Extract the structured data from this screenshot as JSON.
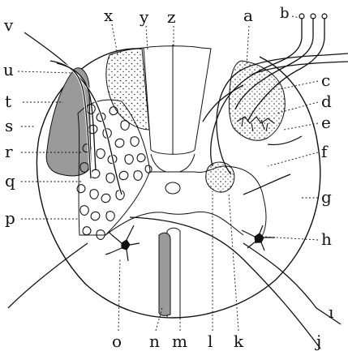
{
  "labels": {
    "v": "v",
    "u": "u",
    "t": "t",
    "s": "s",
    "r": "r",
    "q": "q",
    "p": "p",
    "x": "x",
    "y": "y",
    "z": "z",
    "a": "a",
    "b": "b",
    "c": "c",
    "d": "d",
    "e": "e",
    "f": "f",
    "g": "g",
    "h": "h",
    "i_right": "ı",
    "o": "o",
    "n": "n",
    "m": "m",
    "l": "l",
    "k": "k",
    "j": "j"
  },
  "colors": {
    "ink": "#111111",
    "shade": "#9a9a9a",
    "paper": "#ffffff"
  }
}
